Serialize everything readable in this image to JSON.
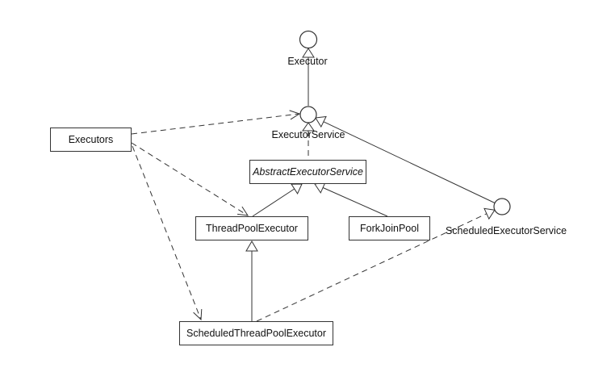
{
  "diagram": {
    "background_color": "#ffffff",
    "stroke_color": "#333333",
    "text_color": "#111111",
    "interfaces": [
      {
        "id": "executor",
        "label": "Executor",
        "notation": "lollipop-circle"
      },
      {
        "id": "executor-service",
        "label": "ExecutorService",
        "notation": "lollipop-circle"
      },
      {
        "id": "scheduled-executor-service",
        "label": "ScheduledExecutorService",
        "notation": "lollipop-circle"
      }
    ],
    "classes": [
      {
        "id": "executors",
        "label": "Executors",
        "abstract": false
      },
      {
        "id": "abstract-executor-service",
        "label": "AbstractExecutorService",
        "abstract": true
      },
      {
        "id": "thread-pool-executor",
        "label": "ThreadPoolExecutor",
        "abstract": false
      },
      {
        "id": "fork-join-pool",
        "label": "ForkJoinPool",
        "abstract": false
      },
      {
        "id": "scheduled-thread-pool-executor",
        "label": "ScheduledThreadPoolExecutor",
        "abstract": false
      }
    ],
    "relationships": [
      {
        "from": "ExecutorService",
        "to": "Executor",
        "type": "generalization",
        "line": "solid",
        "head": "hollow-triangle"
      },
      {
        "from": "ScheduledExecutorService",
        "to": "ExecutorService",
        "type": "generalization",
        "line": "solid",
        "head": "hollow-triangle"
      },
      {
        "from": "AbstractExecutorService",
        "to": "ExecutorService",
        "type": "realization",
        "line": "dashed",
        "head": "hollow-triangle"
      },
      {
        "from": "ThreadPoolExecutor",
        "to": "AbstractExecutorService",
        "type": "generalization",
        "line": "solid",
        "head": "hollow-triangle"
      },
      {
        "from": "ForkJoinPool",
        "to": "AbstractExecutorService",
        "type": "generalization",
        "line": "solid",
        "head": "hollow-triangle"
      },
      {
        "from": "ScheduledThreadPoolExecutor",
        "to": "ThreadPoolExecutor",
        "type": "generalization",
        "line": "solid",
        "head": "hollow-triangle"
      },
      {
        "from": "ScheduledThreadPoolExecutor",
        "to": "ScheduledExecutorService",
        "type": "realization",
        "line": "dashed",
        "head": "hollow-triangle"
      },
      {
        "from": "Executors",
        "to": "ExecutorService",
        "type": "dependency",
        "line": "dashed",
        "head": "open-arrow"
      },
      {
        "from": "Executors",
        "to": "ThreadPoolExecutor",
        "type": "dependency",
        "line": "dashed",
        "head": "open-arrow"
      },
      {
        "from": "Executors",
        "to": "ScheduledThreadPoolExecutor",
        "type": "dependency",
        "line": "dashed",
        "head": "open-arrow"
      }
    ]
  }
}
